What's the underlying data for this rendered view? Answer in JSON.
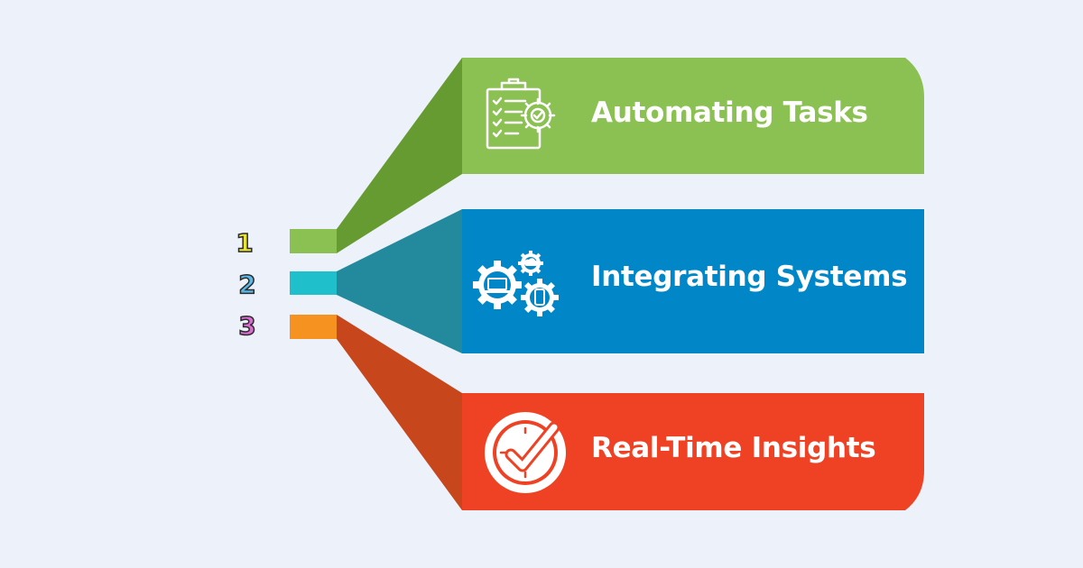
{
  "steps": [
    {
      "number": "1",
      "label": "Automating Tasks",
      "icon": "clipboard-gear-icon",
      "colors": {
        "band": "#8bc152",
        "funnel": "#659b31",
        "tab": "#8bc152",
        "number": "#e8e23a"
      }
    },
    {
      "number": "2",
      "label": "Integrating Systems",
      "icon": "gears-devices-icon",
      "colors": {
        "band": "#0187c8",
        "funnel": "#228a9c",
        "tab": "#1fbfcb",
        "number": "#59b8e8"
      }
    },
    {
      "number": "3",
      "label": "Real-Time Insights",
      "icon": "clock-check-icon",
      "colors": {
        "band": "#ef4224",
        "funnel": "#c7461c",
        "tab": "#f69320",
        "number": "#d96ad0"
      }
    }
  ],
  "background": "#edf1f9"
}
